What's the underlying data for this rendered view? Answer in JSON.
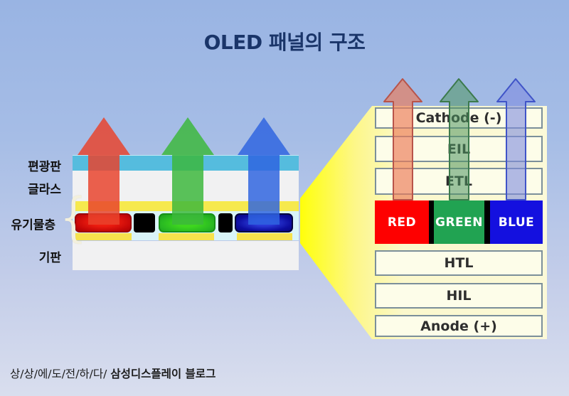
{
  "title": "OLED 패널의 구조",
  "left_panel": {
    "labels": [
      {
        "text": "편광판"
      },
      {
        "text": "글라스"
      },
      {
        "text": "유기물층"
      },
      {
        "text": "기판"
      }
    ],
    "bracket_glyph": "{"
  },
  "right_panel": {
    "layers": [
      {
        "label": "Cathode (-)"
      },
      {
        "label": "EIL"
      },
      {
        "label": "ETL"
      },
      {
        "label": "HTL"
      },
      {
        "label": "HIL"
      },
      {
        "label": "Anode (+)"
      }
    ],
    "emitters": [
      {
        "label": "RED",
        "color": "#fe0000"
      },
      {
        "label": "GREEN",
        "color": "#21a352"
      },
      {
        "label": "BLUE",
        "color": "#1410df"
      }
    ]
  },
  "footer": {
    "tagline": "상/상/에/도/전/하/다/",
    "brand": "삼성디스플레이 블로그"
  },
  "colors": {
    "background_top": "#99b4e3",
    "background_bottom": "#d9deee",
    "title_text": "#1a3569",
    "polarizer_cyan": "#55bcde",
    "glass_white": "#f1f1f2",
    "organic_yellow": "#f6e94e",
    "pixel_row_cyan": "#d9f4f8",
    "substrate_white": "#f1f1f2",
    "funnel_yellow": "#ffff0a",
    "panel_cream": "#fbf9d6",
    "layer_box_fill": "#fdfde9",
    "layer_box_border": "#7b8f9a",
    "arrow_red": "#e8432c",
    "arrow_green": "#3cb83c",
    "arrow_blue": "#2e64e0"
  }
}
